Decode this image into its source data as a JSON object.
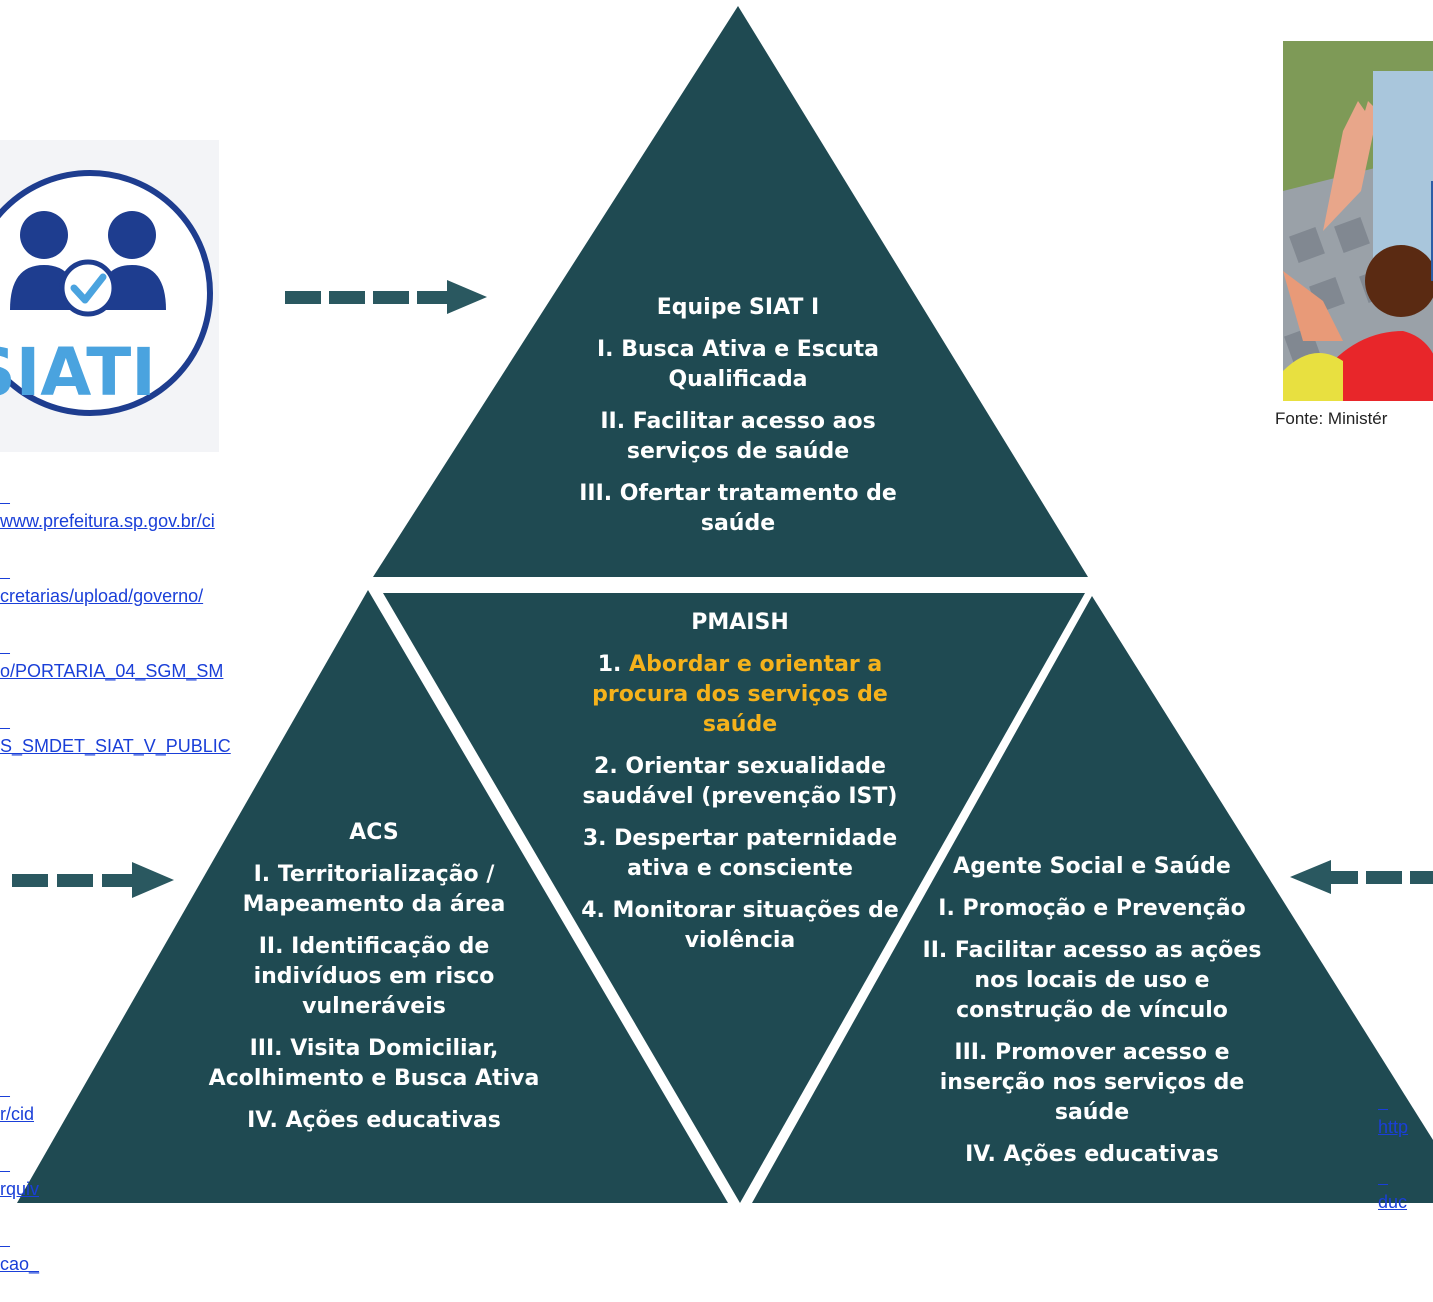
{
  "top_triangle": {
    "title": "Equipe SIAT  I",
    "items": [
      "I. Busca Ativa e Escuta Qualificada",
      "II. Facilitar acesso aos serviços de saúde",
      "III. Ofertar tratamento de saúde"
    ]
  },
  "center_triangle": {
    "title": "PMAISH",
    "highlight_num": "1.",
    "highlight_text": "Abordar e orientar a procura dos serviços de saúde",
    "items": [
      "2. Orientar sexualidade saudável (prevenção IST)",
      "3. Despertar paternidade ativa e consciente",
      "4. Monitorar situações de violência"
    ]
  },
  "left_triangle": {
    "title": "ACS",
    "items": [
      "I. Territorialização / Mapeamento da área",
      "II. Identificação de indivíduos  em risco vulneráveis",
      "III. Visita Domiciliar, Acolhimento e Busca Ativa",
      "IV. Ações educativas"
    ]
  },
  "right_triangle": {
    "title": "Agente Social e Saúde",
    "items": [
      "I. Promoção e Prevenção",
      "II. Facilitar acesso as ações nos locais  de uso e construção de vínculo",
      "III. Promover acesso e inserção nos serviços de saúde",
      "IV. Ações educativas"
    ]
  },
  "siati_logo": {
    "text": "SIATI"
  },
  "links": {
    "siati": [
      "www.prefeitura.sp.gov.br/ci",
      "cretarias/upload/governo/",
      "o/PORTARIA_04_SGM_SM",
      "S_SMDET_SIAT_V_PUBLIC"
    ],
    "left_bottom": [
      "r/cid",
      "rquiv",
      "cao_"
    ],
    "right_bottom": [
      "http",
      "duc"
    ]
  },
  "photo_caption": "Fonte: Ministér",
  "colors": {
    "triangle": "#1F4A52",
    "arrow": "#2A5860",
    "highlight": "#F5B21B",
    "link": "#1a3fd8"
  }
}
